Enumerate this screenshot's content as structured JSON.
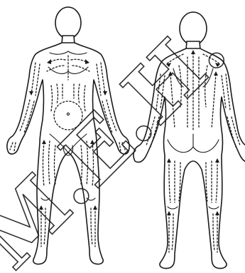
{
  "figures": [
    {
      "id": "front",
      "view": "anterior"
    },
    {
      "id": "back",
      "view": "posterior"
    }
  ],
  "watermark": {
    "text": "М.Е.Н.",
    "color": "#1a1a1a"
  },
  "colors": {
    "line": "#1a1a1a",
    "background": "#ffffff"
  }
}
